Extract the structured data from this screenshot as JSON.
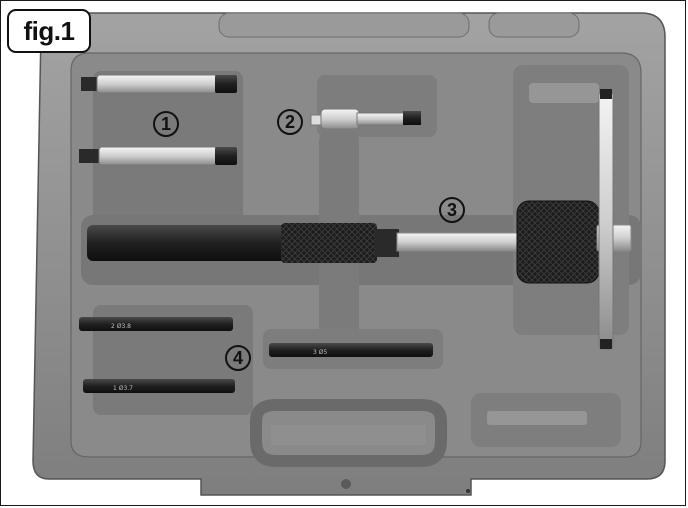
{
  "figure": {
    "label": "fig.1",
    "callouts": [
      "1",
      "2",
      "3",
      "4"
    ]
  },
  "parts": {
    "case": "plastic-carry-case",
    "items": [
      "extension-rods",
      "small-adapter",
      "slide-hammer-puller",
      "collet-adapters"
    ],
    "engraving_a": "2 Ø3.8",
    "engraving_b": "1 Ø3.7",
    "engraving_c": "3 Ø5"
  },
  "colors": {
    "case": "#8e8e8e",
    "case_light": "#a9a9a9",
    "case_dark": "#6c6c6c",
    "metal": "#d9d9d9",
    "black": "#1f1f1f"
  }
}
